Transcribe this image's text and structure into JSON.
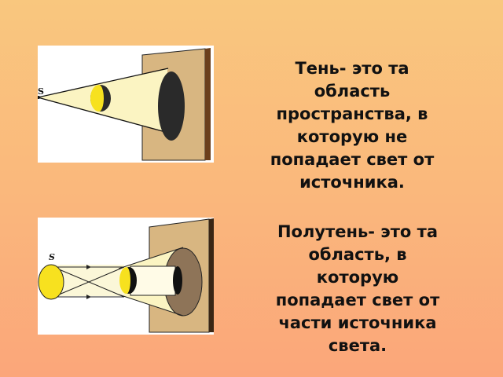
{
  "slide": {
    "background_top": "#f9c77e",
    "background_bottom": "#fba67a"
  },
  "figures": [
    {
      "name": "shadow-diagram",
      "label": "S",
      "description": "Point source S, opaque sphere, dark shadow on screen"
    },
    {
      "name": "penumbra-diagram",
      "label": "S",
      "description": "Extended source S, opaque sphere, umbra and penumbra on screen"
    }
  ],
  "definitions": [
    {
      "term": "Тень",
      "lines": [
        "Тень- это та",
        "область",
        "пространства, в",
        "которую не",
        "попадает свет от",
        "источника."
      ]
    },
    {
      "term": "Полутень",
      "lines": [
        "Полутень- это та",
        "область, в",
        "которую",
        "попадает свет от",
        "части источника",
        "света."
      ]
    }
  ]
}
